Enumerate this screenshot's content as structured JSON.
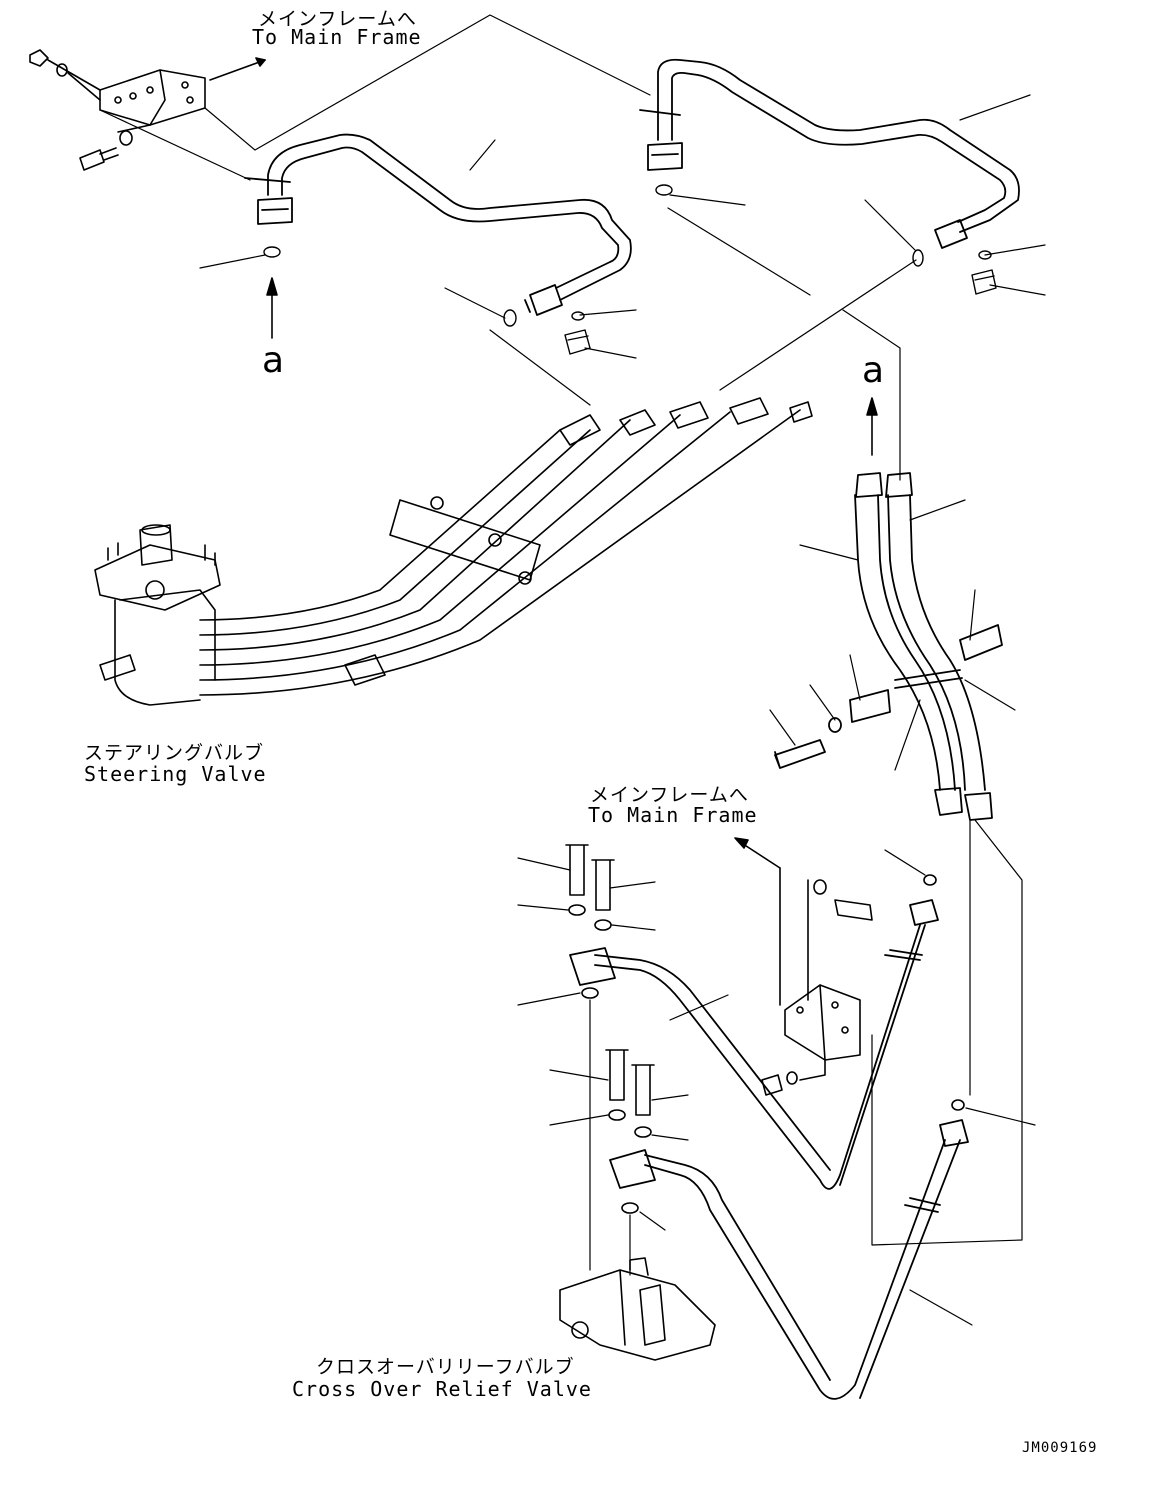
{
  "labels": {
    "main_frame_top_jp": "メインフレームへ",
    "main_frame_top_en": "To Main Frame",
    "main_frame_mid_jp": "メインフレームへ",
    "main_frame_mid_en": "To Main Frame",
    "steering_valve_jp": "ステアリングバルブ",
    "steering_valve_en": "Steering Valve",
    "crossover_valve_jp": "クロスオーバリリーフバルブ",
    "crossover_valve_en": "Cross Over Relief Valve",
    "ref_a_left": "a",
    "ref_a_right": "a",
    "drawing_code": "JM009169"
  },
  "colors": {
    "ink": "#000000",
    "paper": "#ffffff"
  }
}
